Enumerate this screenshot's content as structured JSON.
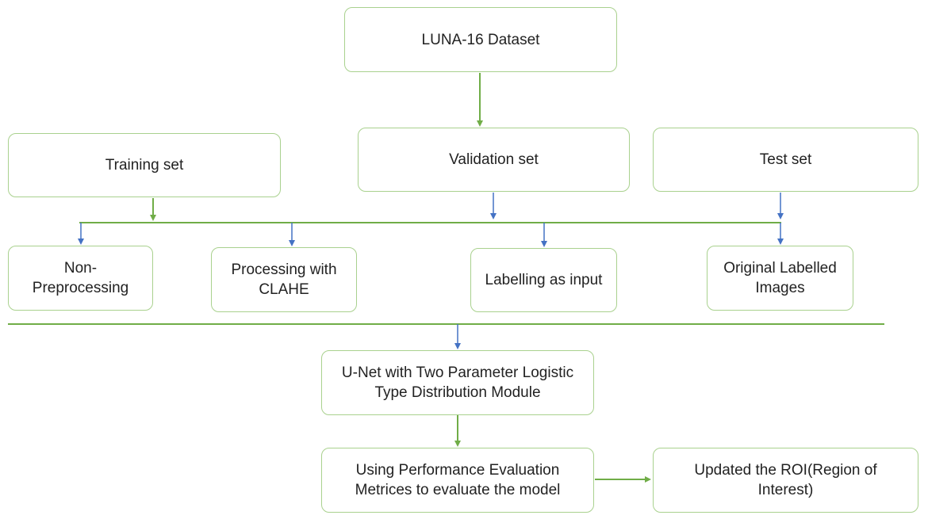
{
  "colors": {
    "box_border": "#a9d18e",
    "green_line": "#70ad47",
    "blue_arrow": "#4472c4",
    "text": "#222222"
  },
  "nodes": {
    "dataset": "LUNA-16 Dataset",
    "training": "Training set",
    "validation": "Validation set",
    "test": "Test set",
    "non_pre": "Non-\nPreprocessing",
    "clahe": "Processing with\nCLAHE",
    "labelling": "Labelling as input",
    "original": "Original Labelled\nImages",
    "unet": "U-Net with Two Parameter Logistic\nType Distribution Module",
    "metrics": "Using Performance Evaluation\nMetrices to evaluate the model",
    "roi": "Updated the ROI(Region of\nInterest)"
  }
}
